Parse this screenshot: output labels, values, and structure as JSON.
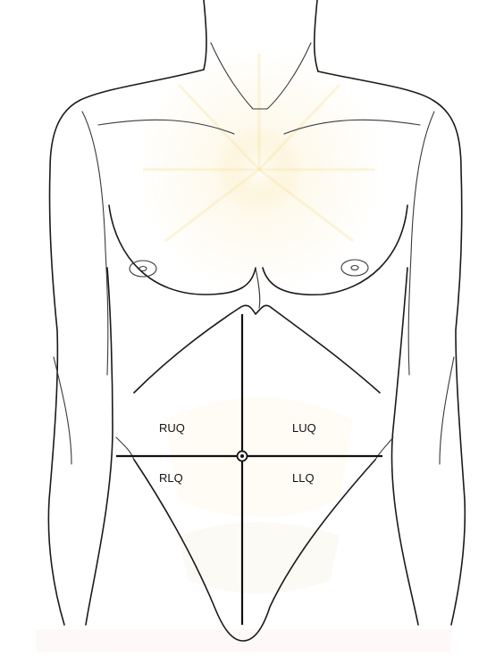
{
  "diagram": {
    "quadrants": {
      "ruq": "RUQ",
      "luq": "LUQ",
      "rlq": "RLQ",
      "llq": "LLQ"
    },
    "colors": {
      "line": "#1a1a1a",
      "watermark": "#f2c94c",
      "background": "#ffffff"
    },
    "icons": [
      "umbilicus-marker",
      "watermark-seal"
    ]
  }
}
